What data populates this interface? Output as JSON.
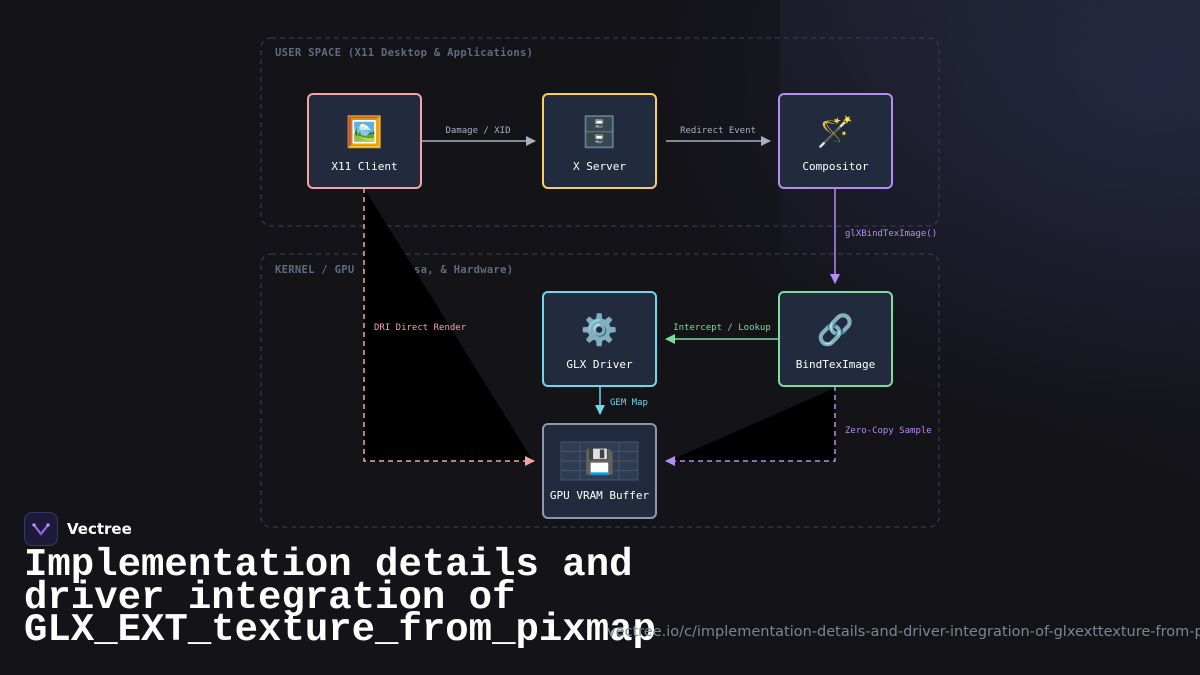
{
  "regions": {
    "user_space": "USER SPACE (X11 Desktop & Applications)",
    "kernel": "KERNEL / GPU (DRM, Mesa, & Hardware)"
  },
  "nodes": {
    "x11_client": {
      "label": "X11 Client",
      "icon": "🖼️",
      "icon_name": "picture-icon",
      "color": "#f4a3a8"
    },
    "x_server": {
      "label": "X Server",
      "icon": "🗄️",
      "icon_name": "server-cabinet-icon",
      "color": "#f5d05a"
    },
    "compositor": {
      "label": "Compositor",
      "icon": "🪄",
      "icon_name": "magic-wand-icon",
      "color": "#b58cf0"
    },
    "glx_driver": {
      "label": "GLX Driver",
      "icon": "⚙️",
      "icon_name": "gear-icon",
      "color": "#6fd6ec"
    },
    "bind_tex_image": {
      "label": "BindTexImage",
      "icon": "🔗",
      "icon_name": "link-icon",
      "color": "#7ddba0"
    },
    "gpu_vram": {
      "label": "GPU VRAM Buffer",
      "icon": "💾",
      "icon_name": "floppy-disk-icon",
      "color": "#8d98ab"
    }
  },
  "edges": {
    "damage_xid": {
      "label": "Damage / XID",
      "color": "#a7b0c0"
    },
    "redirect_event": {
      "label": "Redirect Event",
      "color": "#a7b0c0"
    },
    "glx_bind": {
      "label": "glXBindTexImage()",
      "color": "#b58cf0"
    },
    "intercept": {
      "label": "Intercept / Lookup",
      "color": "#7ddba0"
    },
    "gem_map": {
      "label": "GEM Map",
      "color": "#6fd6ec"
    },
    "dri_direct": {
      "label": "DRI Direct Render",
      "color": "#f4a3a8"
    },
    "zero_copy": {
      "label": "Zero-Copy Sample",
      "color": "#b58cf0"
    }
  },
  "brand": {
    "name": "Vectree",
    "logo_icon": "vectree-logo-icon"
  },
  "title": "Implementation details and driver integration of GLX_EXT_texture_from_pixmap",
  "url": "vectree.io/c/implementation-details-and-driver-integration-of-glxexttexture-from-pixmap"
}
